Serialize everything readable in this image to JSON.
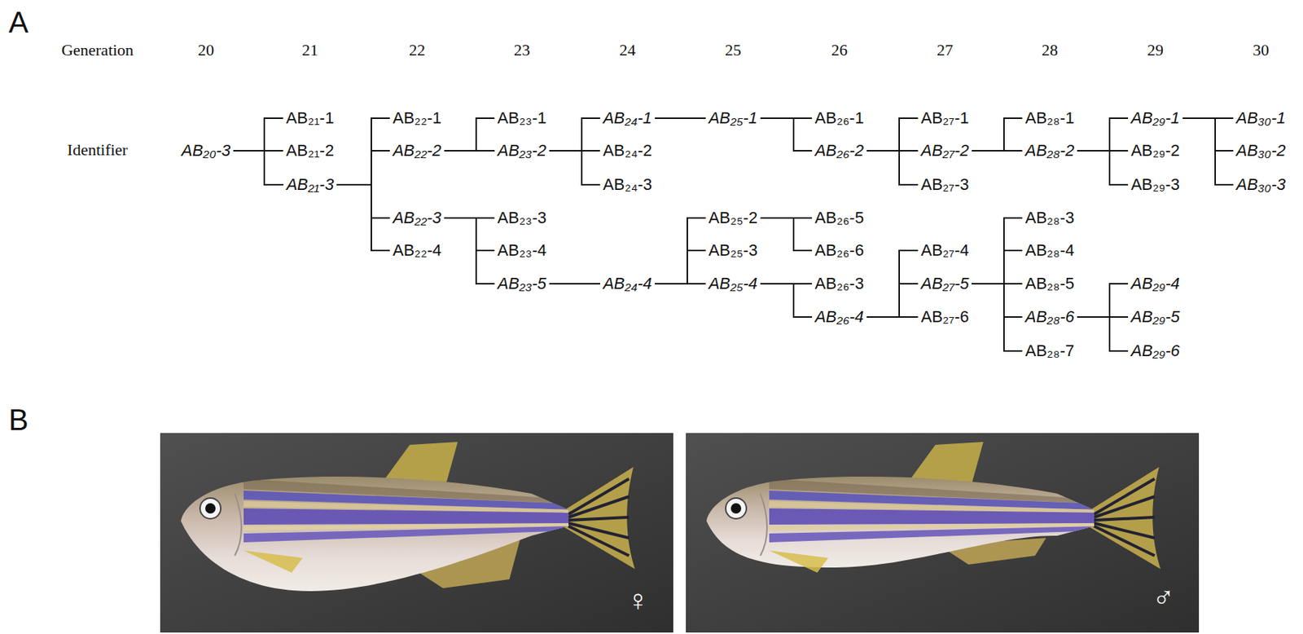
{
  "diagram": {
    "nodes": [
      {
        "text": [
          "AB₂₀-3"
        ]
      },
      {
        "text": [
          "AB₂₁-1"
        ]
      },
      {
        "text": [
          "AB₂₁-2"
        ]
      },
      {
        "text": [
          "AB₂₁-3"
        ]
      },
      {
        "text": [
          "AB₂₂-1"
        ]
      },
      {
        "text": [
          "AB₂₂-2"
        ]
      },
      {
        "text": [
          "AB₂₂-3"
        ]
      },
      {
        "text": [
          "AB₂₂-4"
        ]
      },
      {
        "text": [
          "AB₂₃-1"
        ]
      },
      {
        "text": [
          "AB₂₃-2"
        ]
      },
      {
        "text": [
          "AB₂₃-3"
        ]
      },
      {
        "text": [
          "AB₂₃-4"
        ]
      },
      {
        "text": [
          "AB₂₃-5"
        ]
      },
      {
        "text": [
          "AB₂₄-1"
        ]
      },
      {
        "text": [
          "AB₂₄-2"
        ]
      },
      {
        "text": [
          "AB₂₄-3"
        ]
      },
      {
        "text": [
          "AB₂₄-4"
        ]
      },
      {
        "text": [
          "AB₂₅-1"
        ]
      },
      {
        "text": [
          "AB₂₅-2"
        ]
      },
      {
        "text": [
          "AB₂₅-3"
        ]
      },
      {
        "text": [
          "AB₂₅-4"
        ]
      },
      {
        "text": [
          "AB₂₆-1"
        ]
      },
      {
        "text": [
          "AB₂₆-2"
        ]
      },
      {
        "text": [
          "AB₂₆-5"
        ]
      },
      {
        "text": [
          "AB₂₆-6"
        ]
      },
      {
        "text": [
          "AB₂₆-3"
        ]
      },
      {
        "text": [
          "AB₂₆-4"
        ]
      },
      {
        "text": [
          "AB₂₇-1"
        ]
      },
      {
        "text": [
          "AB₂₇-2"
        ]
      },
      {
        "text": [
          "AB₂₇-3"
        ]
      },
      {
        "text": [
          "AB₂₇-4"
        ]
      },
      {
        "text": [
          "AB₂₇-5"
        ]
      },
      {
        "text": [
          "AB₂₇-6"
        ]
      },
      {
        "text": [
          "AB₂₈-1"
        ]
      },
      {
        "text": [
          "AB₂₈-2"
        ]
      },
      {
        "text": [
          "AB₂₈-3"
        ]
      },
      {
        "text": [
          "AB₂₈-4"
        ]
      },
      {
        "text": [
          "AB₂₈-5"
        ]
      },
      {
        "text": [
          "AB₂₈-6"
        ]
      },
      {
        "text": [
          "AB₂₈-7"
        ]
      },
      {
        "text": [
          "AB₂₉-1"
        ]
      },
      {
        "text": [
          "AB₂₉-2"
        ]
      },
      {
        "text": [
          "AB₂₉-3"
        ]
      },
      {
        "text": [
          "AB₂₉-4"
        ]
      },
      {
        "text": [
          "AB₂₉-5"
        ]
      },
      {
        "text": [
          "AB₂₉-6"
        ]
      },
      {
        "text": [
          "AB₃₀-1"
        ]
      },
      {
        "text": [
          "AB₃₀-2"
        ]
      },
      {
        "text": [
          "AB₃₀-3"
        ]
      }
    ],
    "edges": [
      {
        "from": 0,
        "to": 1,
        "arrow": "none"
      },
      {
        "from": 0,
        "to": 2,
        "arrow": "none"
      },
      {
        "from": 0,
        "to": 3,
        "arrow": "none"
      },
      {
        "from": 3,
        "to": 4,
        "arrow": "none"
      },
      {
        "from": 3,
        "to": 5,
        "arrow": "none"
      },
      {
        "from": 3,
        "to": 6,
        "arrow": "none"
      },
      {
        "from": 3,
        "to": 7,
        "arrow": "none"
      },
      {
        "from": 5,
        "to": 8,
        "arrow": "none"
      },
      {
        "from": 5,
        "to": 9,
        "arrow": "none"
      },
      {
        "from": 9,
        "to": 13,
        "arrow": "none"
      },
      {
        "from": 9,
        "to": 14,
        "arrow": "none"
      },
      {
        "from": 9,
        "to": 15,
        "arrow": "none"
      },
      {
        "from": 13,
        "to": 17,
        "arrow": "none"
      },
      {
        "from": 17,
        "to": 21,
        "arrow": "none"
      },
      {
        "from": 17,
        "to": 22,
        "arrow": "none"
      },
      {
        "from": 22,
        "to": 27,
        "arrow": "none"
      },
      {
        "from": 22,
        "to": 28,
        "arrow": "none"
      },
      {
        "from": 22,
        "to": 29,
        "arrow": "none"
      },
      {
        "from": 28,
        "to": 33,
        "arrow": "none"
      },
      {
        "from": 28,
        "to": 34,
        "arrow": "none"
      },
      {
        "from": 34,
        "to": 40,
        "arrow": "none"
      },
      {
        "from": 34,
        "to": 41,
        "arrow": "none"
      },
      {
        "from": 34,
        "to": 42,
        "arrow": "none"
      },
      {
        "from": 40,
        "to": 46,
        "arrow": "none"
      },
      {
        "from": 40,
        "to": 47,
        "arrow": "none"
      },
      {
        "from": 40,
        "to": 48,
        "arrow": "none"
      },
      {
        "from": 6,
        "to": 10,
        "arrow": "none"
      },
      {
        "from": 6,
        "to": 11,
        "arrow": "none"
      },
      {
        "from": 6,
        "to": 12,
        "arrow": "none"
      },
      {
        "from": 12,
        "to": 16,
        "arrow": "none"
      },
      {
        "from": 16,
        "to": 18,
        "arrow": "none"
      },
      {
        "from": 16,
        "to": 19,
        "arrow": "none"
      },
      {
        "from": 16,
        "to": 20,
        "arrow": "none"
      },
      {
        "from": 18,
        "to": 23,
        "arrow": "none"
      },
      {
        "from": 18,
        "to": 24,
        "arrow": "none"
      },
      {
        "from": 20,
        "to": 25,
        "arrow": "none"
      },
      {
        "from": 20,
        "to": 26,
        "arrow": "none"
      },
      {
        "from": 26,
        "to": 30,
        "arrow": "none"
      },
      {
        "from": 26,
        "to": 31,
        "arrow": "none"
      },
      {
        "from": 26,
        "to": 32,
        "arrow": "none"
      },
      {
        "from": 31,
        "to": 35,
        "arrow": "none"
      },
      {
        "from": 31,
        "to": 36,
        "arrow": "none"
      },
      {
        "from": 31,
        "to": 37,
        "arrow": "none"
      },
      {
        "from": 31,
        "to": 38,
        "arrow": "none"
      },
      {
        "from": 31,
        "to": 39,
        "arrow": "none"
      },
      {
        "from": 38,
        "to": 43,
        "arrow": "none"
      },
      {
        "from": 38,
        "to": 44,
        "arrow": "none"
      },
      {
        "from": 38,
        "to": 45,
        "arrow": "none"
      }
    ],
    "labels": [
      "A",
      "Generation",
      "20",
      "21",
      "22",
      "23",
      "24",
      "25",
      "26",
      "27",
      "28",
      "29",
      "30",
      "Identifier",
      "B",
      "♀",
      "♂"
    ]
  }
}
